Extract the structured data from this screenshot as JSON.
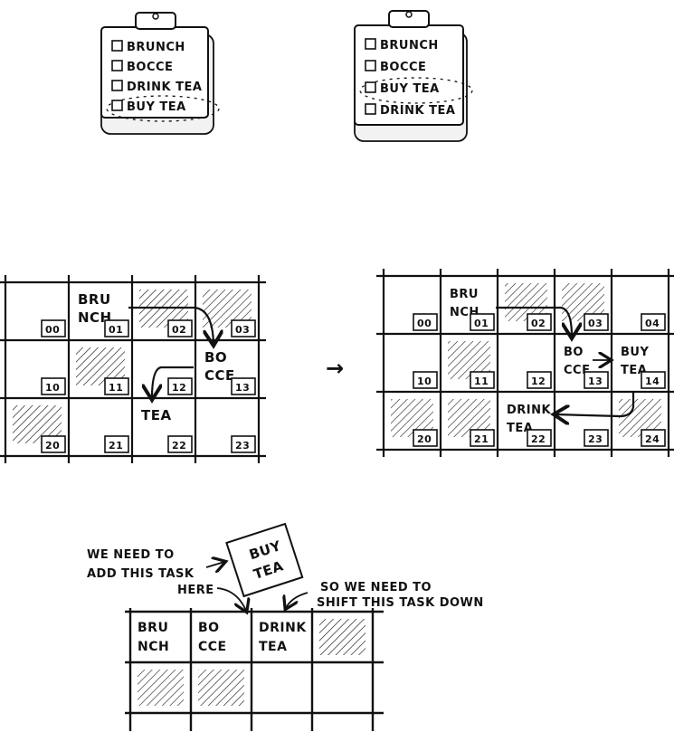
{
  "clipboards": [
    {
      "items": [
        {
          "label": "BRUNCH",
          "highlight": false
        },
        {
          "label": "BOCCE",
          "highlight": false
        },
        {
          "label": "DRINK TEA",
          "highlight": false
        },
        {
          "label": "BUY TEA",
          "highlight": true
        }
      ]
    },
    {
      "items": [
        {
          "label": "BRUNCH",
          "highlight": false
        },
        {
          "label": "BOCCE",
          "highlight": false
        },
        {
          "label": "BUY TEA",
          "highlight": true
        },
        {
          "label": "DRINK TEA",
          "highlight": false
        }
      ]
    }
  ],
  "memory_before": {
    "cells": [
      {
        "addr": "00",
        "state": "empty",
        "text": []
      },
      {
        "addr": "01",
        "state": "text",
        "text": [
          "BRU",
          "NCH"
        ]
      },
      {
        "addr": "02",
        "state": "used",
        "text": []
      },
      {
        "addr": "03",
        "state": "used",
        "text": []
      },
      {
        "addr": "10",
        "state": "empty",
        "text": []
      },
      {
        "addr": "11",
        "state": "used",
        "text": []
      },
      {
        "addr": "12",
        "state": "empty",
        "text": []
      },
      {
        "addr": "13",
        "state": "text",
        "text": [
          "BO",
          "CCE"
        ]
      },
      {
        "addr": "20",
        "state": "used",
        "text": []
      },
      {
        "addr": "21",
        "state": "empty",
        "text": []
      },
      {
        "addr": "22",
        "state": "text",
        "text": [
          "TEA"
        ]
      },
      {
        "addr": "23",
        "state": "empty",
        "text": []
      }
    ]
  },
  "memory_after": {
    "cells": [
      {
        "addr": "00",
        "state": "empty",
        "text": []
      },
      {
        "addr": "01",
        "state": "text",
        "text": [
          "BRU",
          "NCH"
        ]
      },
      {
        "addr": "02",
        "state": "used",
        "text": []
      },
      {
        "addr": "03",
        "state": "used",
        "text": []
      },
      {
        "addr": "04",
        "state": "empty",
        "text": []
      },
      {
        "addr": "10",
        "state": "empty",
        "text": []
      },
      {
        "addr": "11",
        "state": "used",
        "text": []
      },
      {
        "addr": "12",
        "state": "empty",
        "text": []
      },
      {
        "addr": "13",
        "state": "text",
        "text": [
          "BO",
          "CCE"
        ]
      },
      {
        "addr": "14",
        "state": "text",
        "text": [
          "BUY",
          "TEA"
        ]
      },
      {
        "addr": "20",
        "state": "used",
        "text": []
      },
      {
        "addr": "21",
        "state": "used",
        "text": []
      },
      {
        "addr": "22",
        "state": "text",
        "text": [
          "DRINK",
          "TEA"
        ]
      },
      {
        "addr": "23",
        "state": "empty",
        "text": []
      },
      {
        "addr": "24",
        "state": "used",
        "text": []
      }
    ]
  },
  "transition_arrow": "→",
  "array_diagram": {
    "note_left": [
      "WE NEED TO",
      "ADD THIS TASK",
      "HERE"
    ],
    "note_right": [
      "SO WE NEED TO",
      "SHIFT THIS TASK DOWN"
    ],
    "new_task": [
      "BUY",
      "TEA"
    ],
    "cells": [
      {
        "state": "text",
        "text": [
          "BRU",
          "NCH"
        ]
      },
      {
        "state": "text",
        "text": [
          "BO",
          "CCE"
        ]
      },
      {
        "state": "text",
        "text": [
          "DRINK",
          "TEA"
        ]
      },
      {
        "state": "used",
        "text": []
      },
      {
        "state": "used",
        "text": []
      },
      {
        "state": "used",
        "text": []
      },
      {
        "state": "empty",
        "text": []
      },
      {
        "state": "empty",
        "text": []
      }
    ]
  },
  "colors": {
    "ink": "#111111",
    "paper": "#ffffff"
  }
}
